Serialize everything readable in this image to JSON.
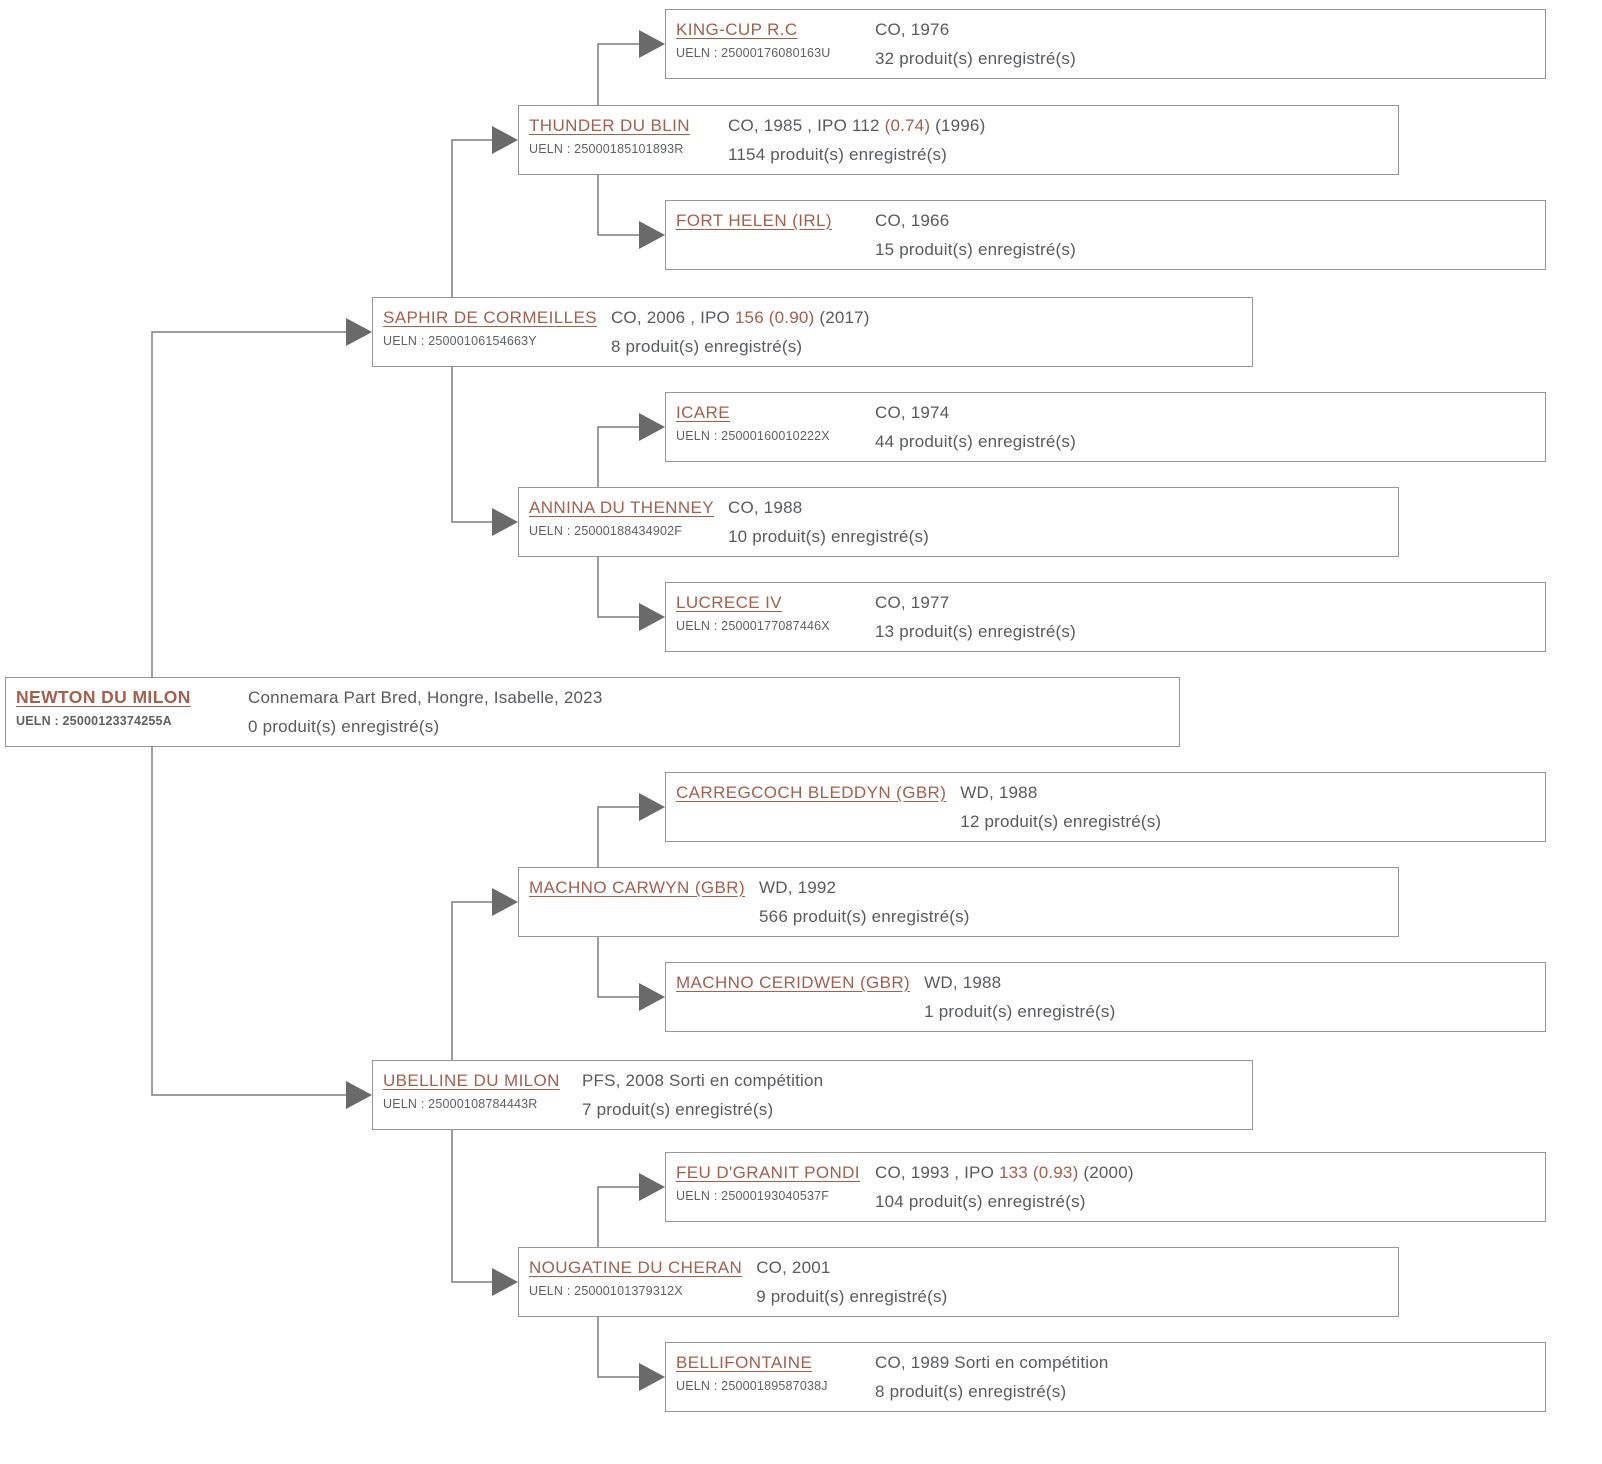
{
  "colors": {
    "accent_link": "#a2604f",
    "ipo_highlight": "#a2604f",
    "text_gray": "#595a5c",
    "box_border": "#969696",
    "connector_line": "#7d7d7d",
    "arrowhead": "#6a6a6a"
  },
  "nodes": [
    {
      "name": "NEWTON DU MILON",
      "ueln": "UELN : 25000123374255A",
      "details_pre": "Connemara Part Bred, Hongre, Isabelle, 2023",
      "details_hl": "",
      "details_post": "",
      "products": "0 produit(s) enregistré(s)"
    },
    {
      "name": "SAPHIR DE CORMEILLES",
      "ueln": "UELN : 25000106154663Y",
      "details_pre": "CO, 2006 , IPO ",
      "details_hl": "156 (0.90)",
      "details_post": " (2017)",
      "products": "8 produit(s) enregistré(s)"
    },
    {
      "name": "THUNDER DU BLIN",
      "ueln": "UELN : 25000185101893R",
      "details_pre": "CO, 1985 , IPO 112 ",
      "details_hl": "(0.74)",
      "details_post": " (1996)",
      "products": "1154 produit(s) enregistré(s)"
    },
    {
      "name": "KING-CUP R.C",
      "ueln": "UELN : 25000176080163U",
      "details_pre": "CO, 1976",
      "details_hl": "",
      "details_post": "",
      "products": "32 produit(s) enregistré(s)"
    },
    {
      "name": "FORT HELEN (IRL)",
      "ueln": "",
      "details_pre": "CO, 1966",
      "details_hl": "",
      "details_post": "",
      "products": "15 produit(s) enregistré(s)"
    },
    {
      "name": "ANNINA DU THENNEY",
      "ueln": "UELN : 25000188434902F",
      "details_pre": "CO, 1988",
      "details_hl": "",
      "details_post": "",
      "products": "10 produit(s) enregistré(s)"
    },
    {
      "name": "ICARE",
      "ueln": "UELN : 25000160010222X",
      "details_pre": "CO, 1974",
      "details_hl": "",
      "details_post": "",
      "products": "44 produit(s) enregistré(s)"
    },
    {
      "name": "LUCRECE IV",
      "ueln": "UELN : 25000177087446X",
      "details_pre": "CO, 1977",
      "details_hl": "",
      "details_post": "",
      "products": "13 produit(s) enregistré(s)"
    },
    {
      "name": "UBELLINE DU MILON",
      "ueln": "UELN : 25000108784443R",
      "details_pre": "PFS, 2008 Sorti en compétition",
      "details_hl": "",
      "details_post": "",
      "products": "7 produit(s) enregistré(s)"
    },
    {
      "name": "MACHNO CARWYN (GBR)",
      "ueln": "",
      "details_pre": "WD, 1992",
      "details_hl": "",
      "details_post": "",
      "products": "566 produit(s) enregistré(s)"
    },
    {
      "name": "CARREGCOCH BLEDDYN (GBR)",
      "ueln": "",
      "details_pre": "WD, 1988",
      "details_hl": "",
      "details_post": "",
      "products": "12 produit(s) enregistré(s)"
    },
    {
      "name": "MACHNO CERIDWEN (GBR)",
      "ueln": "",
      "details_pre": "WD, 1988",
      "details_hl": "",
      "details_post": "",
      "products": "1 produit(s) enregistré(s)"
    },
    {
      "name": "FEU D'GRANIT PONDI",
      "ueln": "UELN : 25000193040537F",
      "details_pre": "CO, 1993 , IPO ",
      "details_hl": "133 (0.93)",
      "details_post": " (2000)",
      "products": "104 produit(s) enregistré(s)"
    },
    {
      "name": "NOUGATINE DU CHERAN",
      "ueln": "UELN : 25000101379312X",
      "details_pre": "CO, 2001",
      "details_hl": "",
      "details_post": "",
      "products": "9 produit(s) enregistré(s)"
    },
    {
      "name": "BELLIFONTAINE",
      "ueln": "UELN : 25000189587038J",
      "details_pre": "CO, 1989 Sorti en compétition",
      "details_hl": "",
      "details_post": "",
      "products": "8 produit(s) enregistré(s)"
    }
  ]
}
